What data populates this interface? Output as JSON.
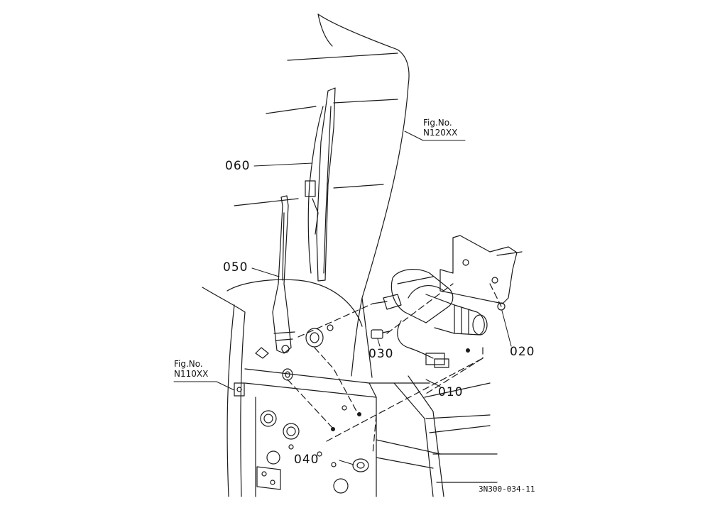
{
  "callouts": {
    "p010": "010",
    "p020": "020",
    "p030": "030",
    "p040": "040",
    "p050": "050",
    "p060": "060"
  },
  "figure_refs": {
    "top": {
      "label": "Fig.No.",
      "code": "N120XX"
    },
    "left": {
      "label": "Fig.No.",
      "code": "N110XX"
    }
  },
  "drawing_code": "3N300-034-11",
  "colors": {
    "line": "#1a1a1a",
    "background": "#ffffff"
  }
}
